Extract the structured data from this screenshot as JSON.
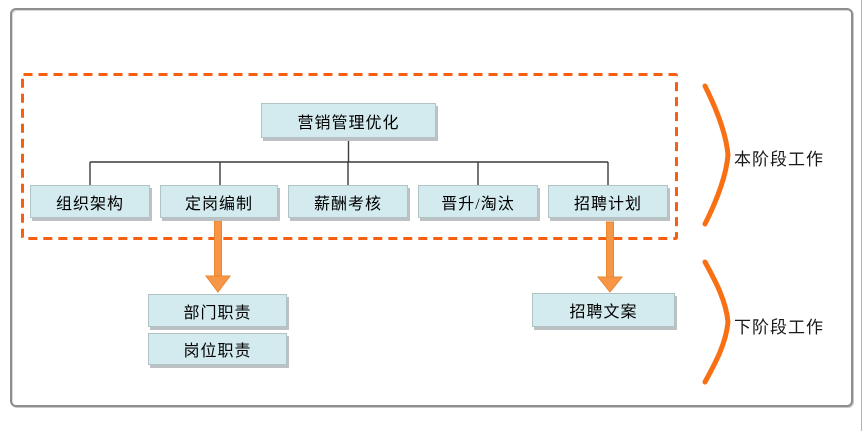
{
  "diagram": {
    "root_label": "营销管理优化",
    "stage_items": [
      "组织架构",
      "定岗编制",
      "薪酬考核",
      "晋升/淘汰",
      "招聘计划"
    ],
    "next_stage_items": [
      "部门职责",
      "岗位职责",
      "招聘文案"
    ],
    "annotations": {
      "current_stage": "本阶段工作",
      "next_stage": "下阶段工作"
    },
    "colors": {
      "node_fill": "#D3EAEE",
      "node_border": "#B2C3C6",
      "node_shadow": "#BCC2C4",
      "dashed_outline": "#F85E10",
      "arrow": "#F79646",
      "arrow_edge": "#E9862F",
      "bracket": "#F96F14",
      "connector": "#3A3A3A",
      "frame_border": "#8E8E8E",
      "text": "#000000"
    }
  }
}
